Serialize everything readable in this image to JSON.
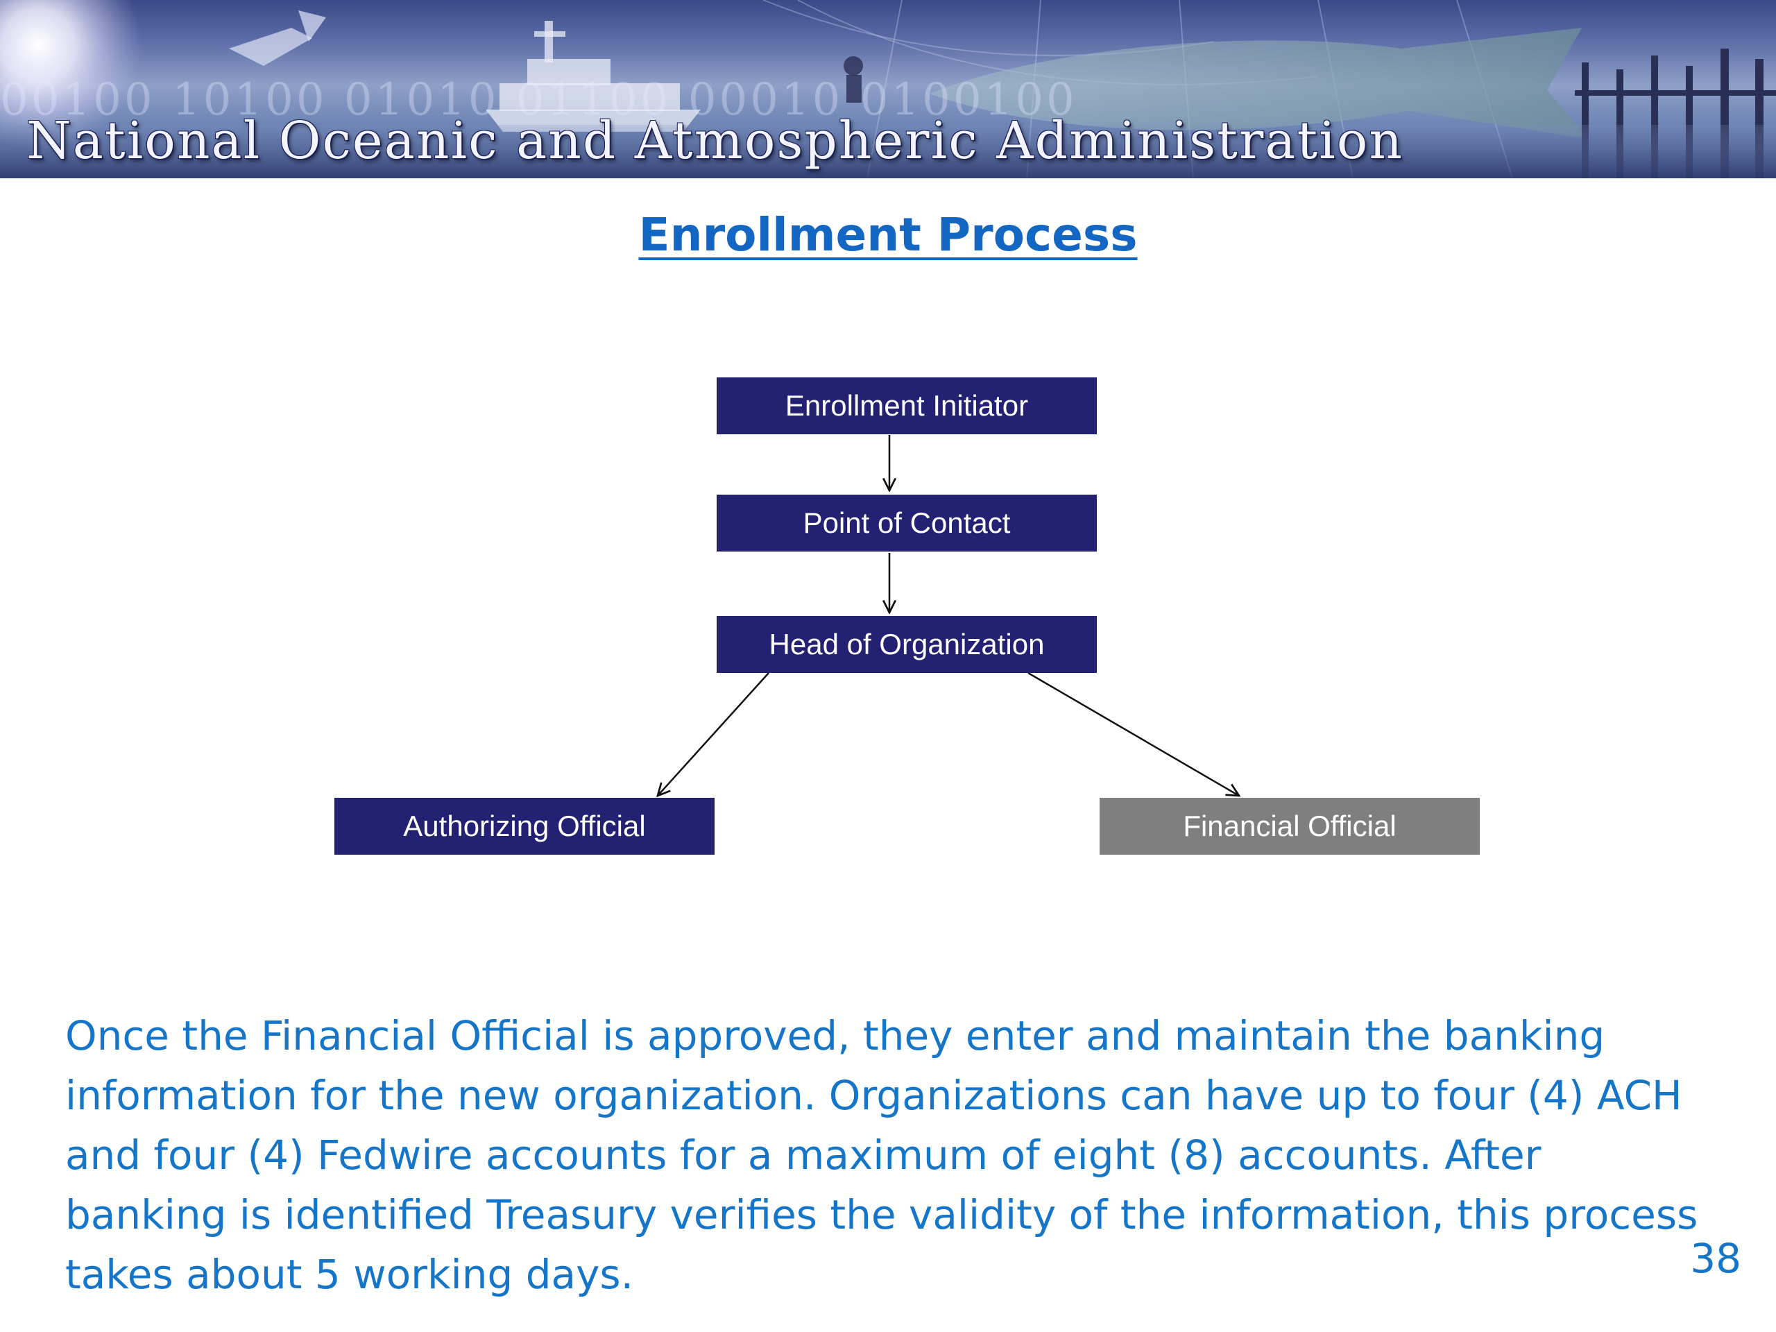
{
  "banner": {
    "title": "National Oceanic and Atmospheric Administration"
  },
  "slide": {
    "title": "Enrollment Process",
    "page_number": "38"
  },
  "diagram": {
    "nodes": {
      "enrollment_initiator": "Enrollment Initiator",
      "point_of_contact": "Point of Contact",
      "head_of_organization": "Head of Organization",
      "authorizing_official": "Authorizing Official",
      "financial_official": "Financial Official"
    },
    "colors": {
      "navy": "#232272",
      "gray": "#7f7f7f",
      "arrow": "#111111"
    }
  },
  "body": {
    "lines": [
      "Once the Financial Official is approved, they enter and maintain the banking",
      "information for the new organization.  Organizations can have up to four (4) ACH",
      "and four (4) Fedwire accounts for a maximum of eight (8) accounts.   After",
      "banking is identified Treasury verifies the validity of the information, this process",
      "takes about 5 working days."
    ]
  },
  "theme": {
    "title_color": "#1366c1",
    "body_color": "#1575c8"
  }
}
